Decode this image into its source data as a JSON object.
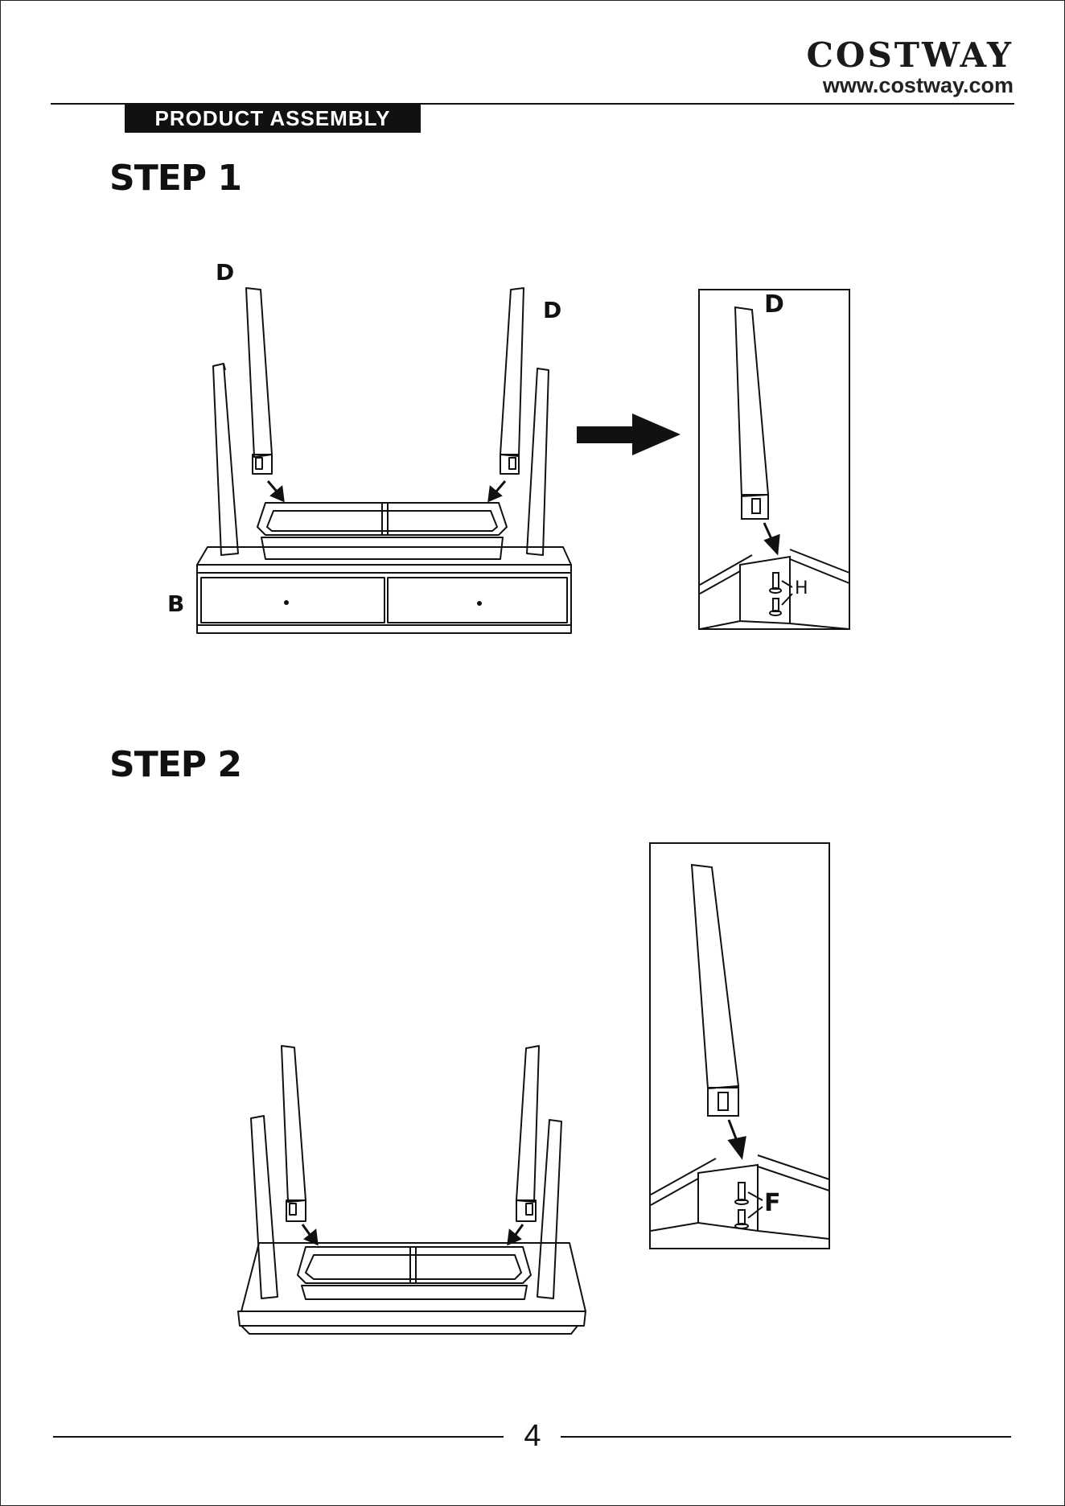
{
  "header": {
    "brand_name": "COSTWAY",
    "brand_url": "www.costway.com",
    "section_label": "PRODUCT ASSEMBLY"
  },
  "steps": [
    {
      "title": "STEP 1",
      "part_labels": {
        "leg_left": "D",
        "leg_right": "D",
        "body": "B",
        "detail_leg": "D",
        "detail_screw": "H"
      }
    },
    {
      "title": "STEP 2",
      "part_labels": {
        "detail_screw": "F"
      }
    }
  ],
  "footer": {
    "page_number": "4"
  },
  "colors": {
    "ink": "#111111",
    "paper": "#ffffff"
  }
}
